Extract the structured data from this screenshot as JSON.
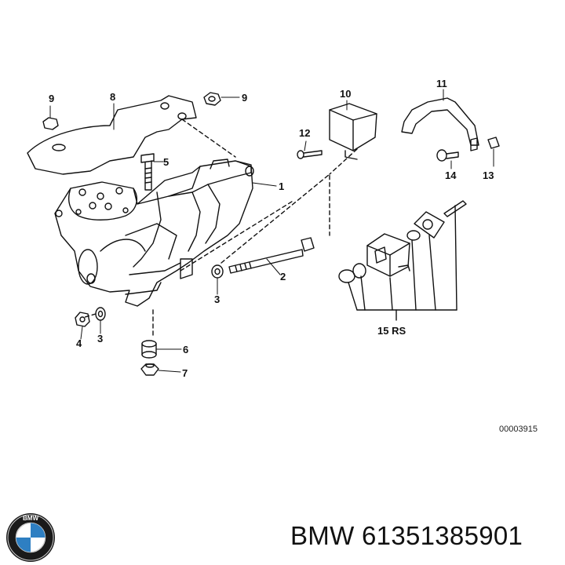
{
  "diagram": {
    "callouts": [
      {
        "id": "c1",
        "text": "1"
      },
      {
        "id": "c2",
        "text": "2"
      },
      {
        "id": "c3a",
        "text": "3"
      },
      {
        "id": "c3b",
        "text": "3"
      },
      {
        "id": "c4",
        "text": "4"
      },
      {
        "id": "c5",
        "text": "5"
      },
      {
        "id": "c6",
        "text": "6"
      },
      {
        "id": "c7",
        "text": "7"
      },
      {
        "id": "c8",
        "text": "8"
      },
      {
        "id": "c9a",
        "text": "9"
      },
      {
        "id": "c9b",
        "text": "9"
      },
      {
        "id": "c10",
        "text": "10"
      },
      {
        "id": "c11",
        "text": "11"
      },
      {
        "id": "c12",
        "text": "12"
      },
      {
        "id": "c13",
        "text": "13"
      },
      {
        "id": "c14",
        "text": "14"
      },
      {
        "id": "c15",
        "text": "15 RS"
      }
    ],
    "document_number": "00003915"
  },
  "footer": {
    "logo_text": "BMW",
    "brand": "BMW",
    "part_number": "61351385901",
    "title": "BMW 61351385901"
  },
  "colors": {
    "line": "#111111",
    "background": "#ffffff",
    "logo_blue": "#2e7fc2"
  }
}
